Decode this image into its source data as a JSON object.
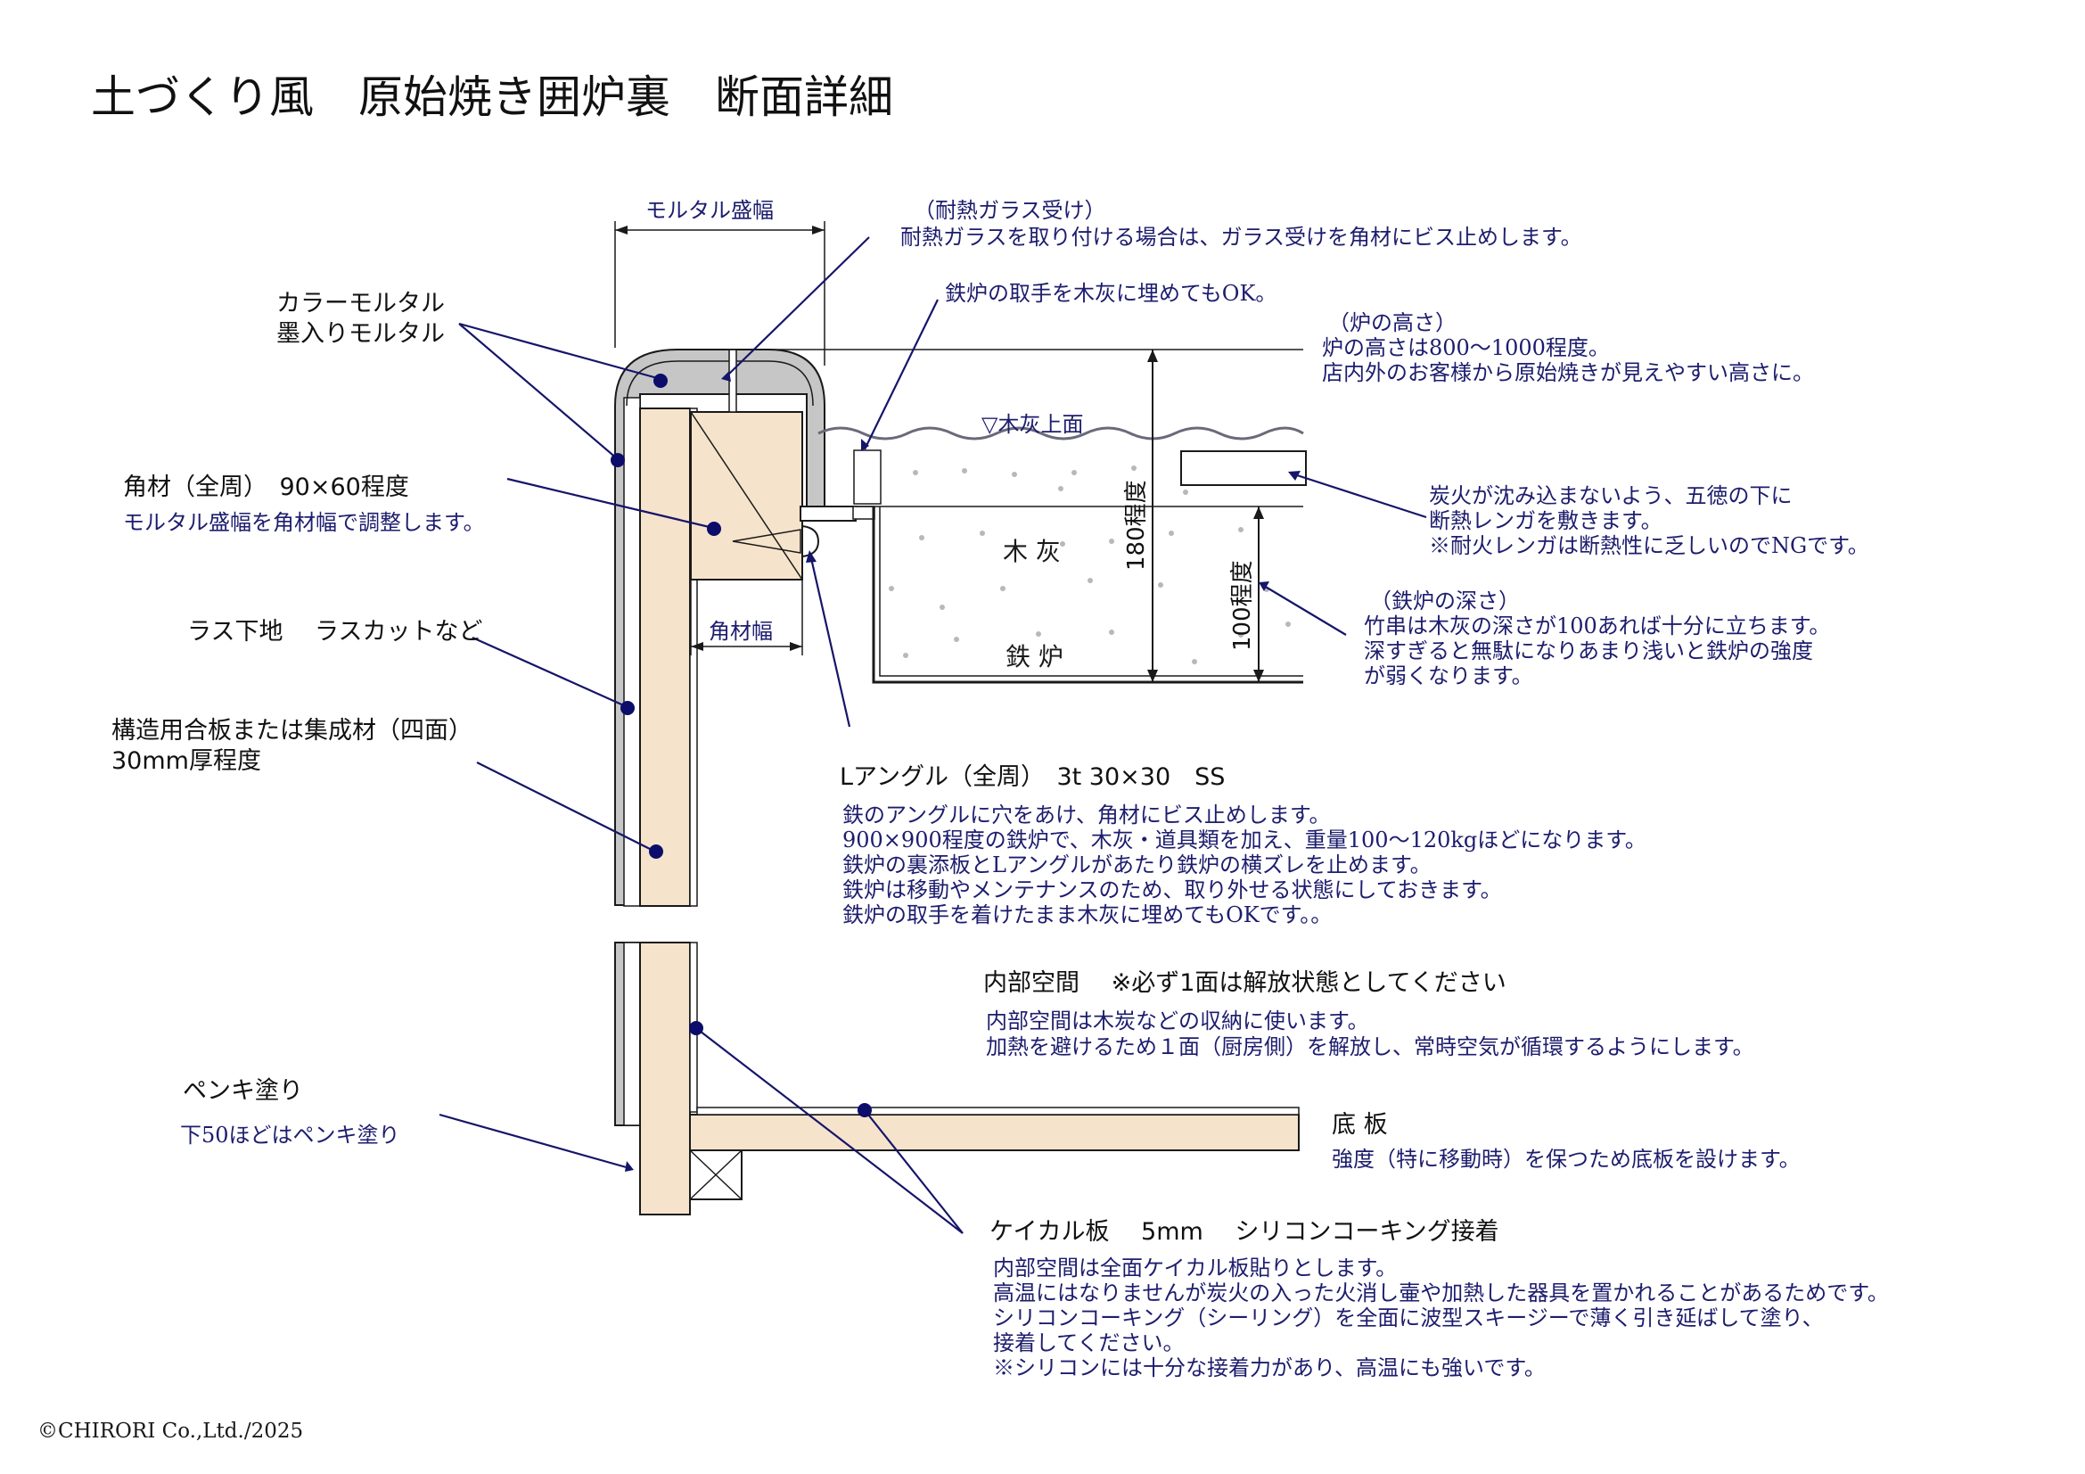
{
  "title": "土づくり風　原始焼き囲炉裏　断面詳細",
  "copyright": "©CHIRORI Co.,Ltd./2025",
  "dims": {
    "mortar_width": "モルタル盛幅",
    "kakuzai_width": "角材幅",
    "h180": "180程度",
    "h100": "100程度"
  },
  "inner_labels": {
    "ash_surface": "▽木灰上面",
    "ash": "木 灰",
    "iron_furnace": "鉄 炉"
  },
  "notes": {
    "colored_mortar": [
      "カラーモルタル",
      "墨入りモルタル"
    ],
    "kakuzai": {
      "title": "角材（全周）　90×60程度",
      "desc": "モルタル盛幅を角材幅で調整します。"
    },
    "lath": "ラス下地　 ラスカットなど",
    "plywood": [
      "構造用合板または集成材（四面）",
      "30mm厚程度"
    ],
    "paint": {
      "title": "ペンキ塗り",
      "desc": "下50ほどはペンキ塗り"
    },
    "glass": {
      "title": "（耐熱ガラス受け）",
      "desc": "耐熱ガラスを取り付ける場合は、ガラス受けを角材にビス止めします。"
    },
    "handle": "鉄炉の取手を木灰に埋めてもOK。",
    "furnace_height": [
      "（炉の高さ）",
      "炉の高さは800～1000程度。",
      "店内外のお客様から原始焼きが見えやすい高さに。"
    ],
    "brick": [
      "炭火が沈み込まないよう、五徳の下に",
      "断熱レンガを敷きます。",
      "※耐火レンガは断熱性に乏しいのでNGです。"
    ],
    "depth": [
      "（鉄炉の深さ）",
      "竹串は木灰の深さが100あれば十分に立ちます。",
      "深すぎると無駄になりあまり浅いと鉄炉の強度",
      "が弱くなります。"
    ],
    "angle": {
      "title": "Lアングル（全周）　3t 30×30　SS",
      "lines": [
        "鉄のアングルに穴をあけ、角材にビス止めします。",
        "900×900程度の鉄炉で、木灰・道具類を加え、重量100～120kgほどになります。",
        "鉄炉の裏添板とLアングルがあたり鉄炉の横ズレを止めます。",
        "鉄炉は移動やメンテナンスのため、取り外せる状態にしておきます。",
        "鉄炉の取手を着けたまま木灰に埋めてもOKです。。"
      ]
    },
    "interior": {
      "title": "内部空間　 ※必ず1面は解放状態としてください",
      "lines": [
        "内部空間は木炭などの収納に使います。",
        "加熱を避けるため１面（厨房側）を解放し、常時空気が循環するようにします。"
      ]
    },
    "bottom": {
      "title": "底 板",
      "desc": "強度（特に移動時）を保つため底板を設けます。"
    },
    "keical": {
      "title": "ケイカル板　 5mm　 シリコンコーキング接着",
      "lines": [
        "内部空間は全面ケイカル板貼りとします。",
        "高温にはなりませんが炭火の入った火消し壷や加熱した器具を置かれることがあるためです。",
        "シリコンコーキング（シーリング）を全面に波型スキージーで薄く引き延ばして塗り、",
        "接着してください。",
        "※シリコンには十分な接着力があり、高温にも強いです。"
      ]
    }
  },
  "colors": {
    "wood": "#f6e3cb",
    "mortar": "#c6c6c6",
    "leader": "#15156a",
    "note_text": "#1d1d6e"
  }
}
